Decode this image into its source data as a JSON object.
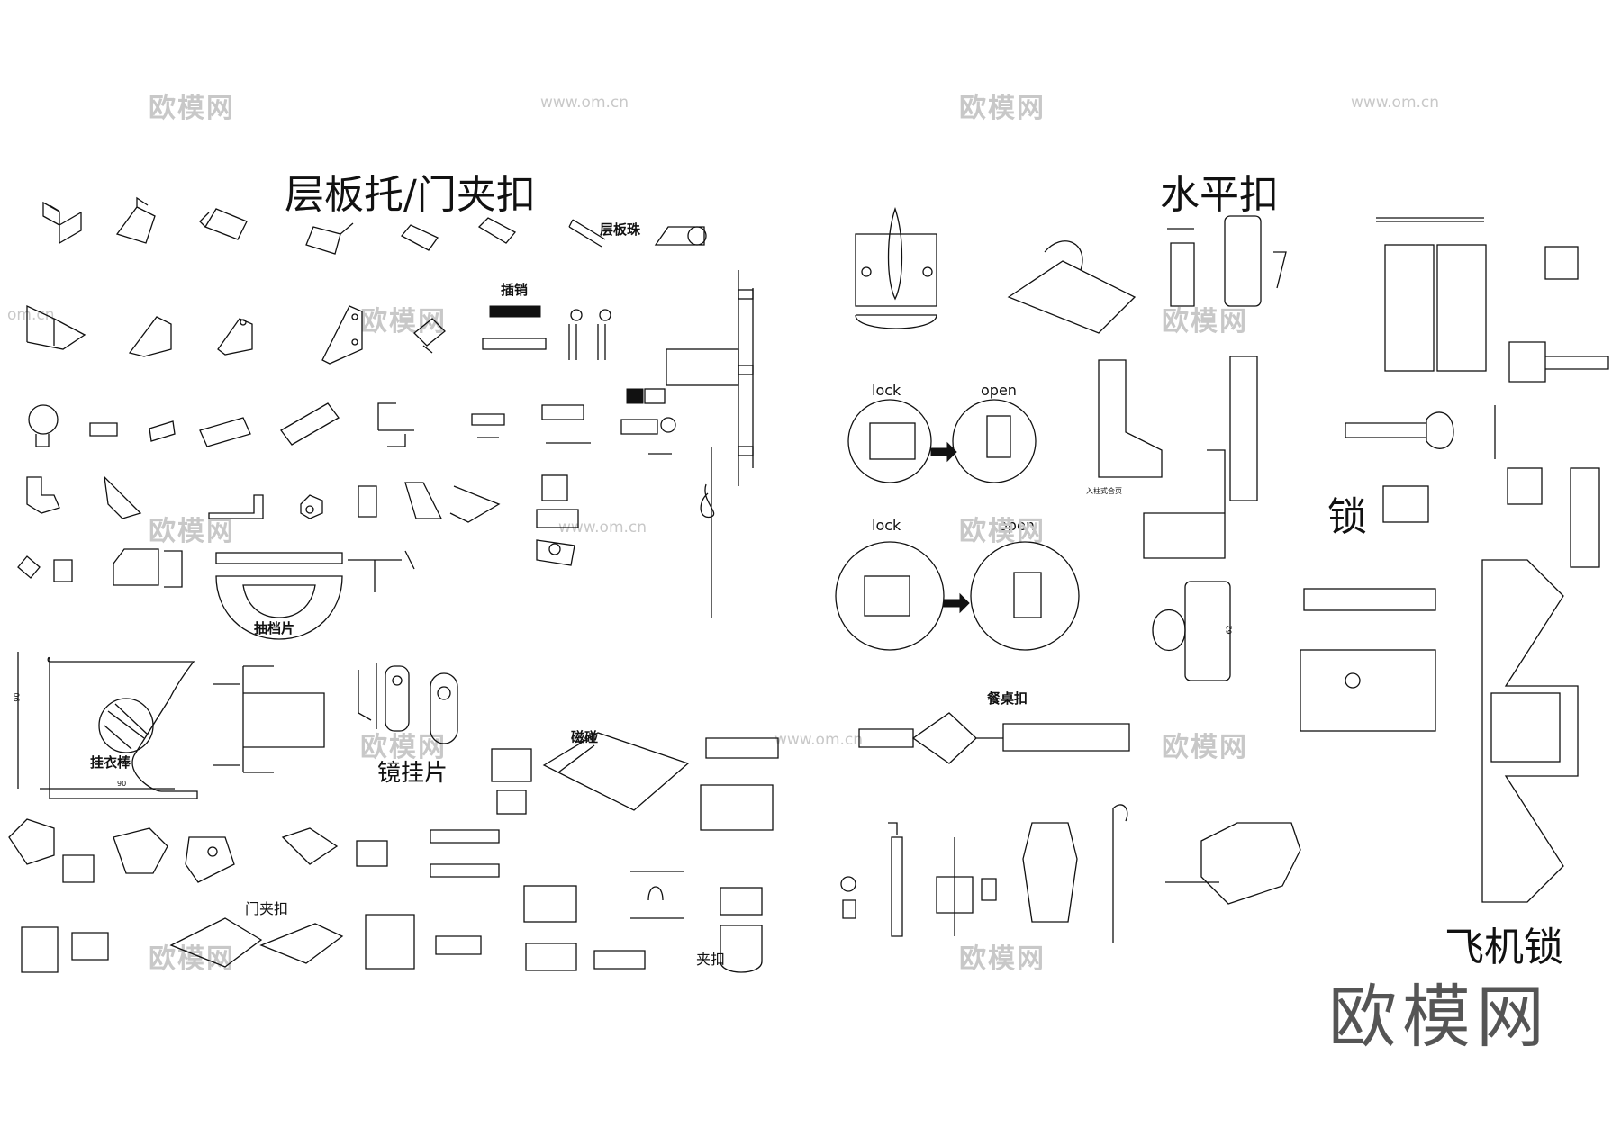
{
  "sections": {
    "shelf_support": "层板托/门夹扣",
    "horizontal_latch": "水平扣",
    "lock": "锁",
    "airplane_lock": "飞机锁"
  },
  "labels": {
    "bead": "层板珠",
    "pin": "插销",
    "drawer_stop": "抽档片",
    "hanger_rod": "挂衣棒",
    "mirror_hanger": "镜挂片",
    "magnetic": "磁碰",
    "door_clip": "门夹扣",
    "clip": "夹扣",
    "table_latch": "餐桌扣",
    "lock1": "lock",
    "open1": "open",
    "lock2": "lock",
    "open2": "open",
    "tiny_note": "入柱式合页"
  },
  "dimensions": {
    "d90a": "90",
    "d90b": "90",
    "d62": "62"
  },
  "watermarks": {
    "brand": "欧模网",
    "url": "www.om.cn",
    "short": "om.cn"
  },
  "colors": {
    "line": "#111111",
    "watermark": "#c8c8c8"
  }
}
